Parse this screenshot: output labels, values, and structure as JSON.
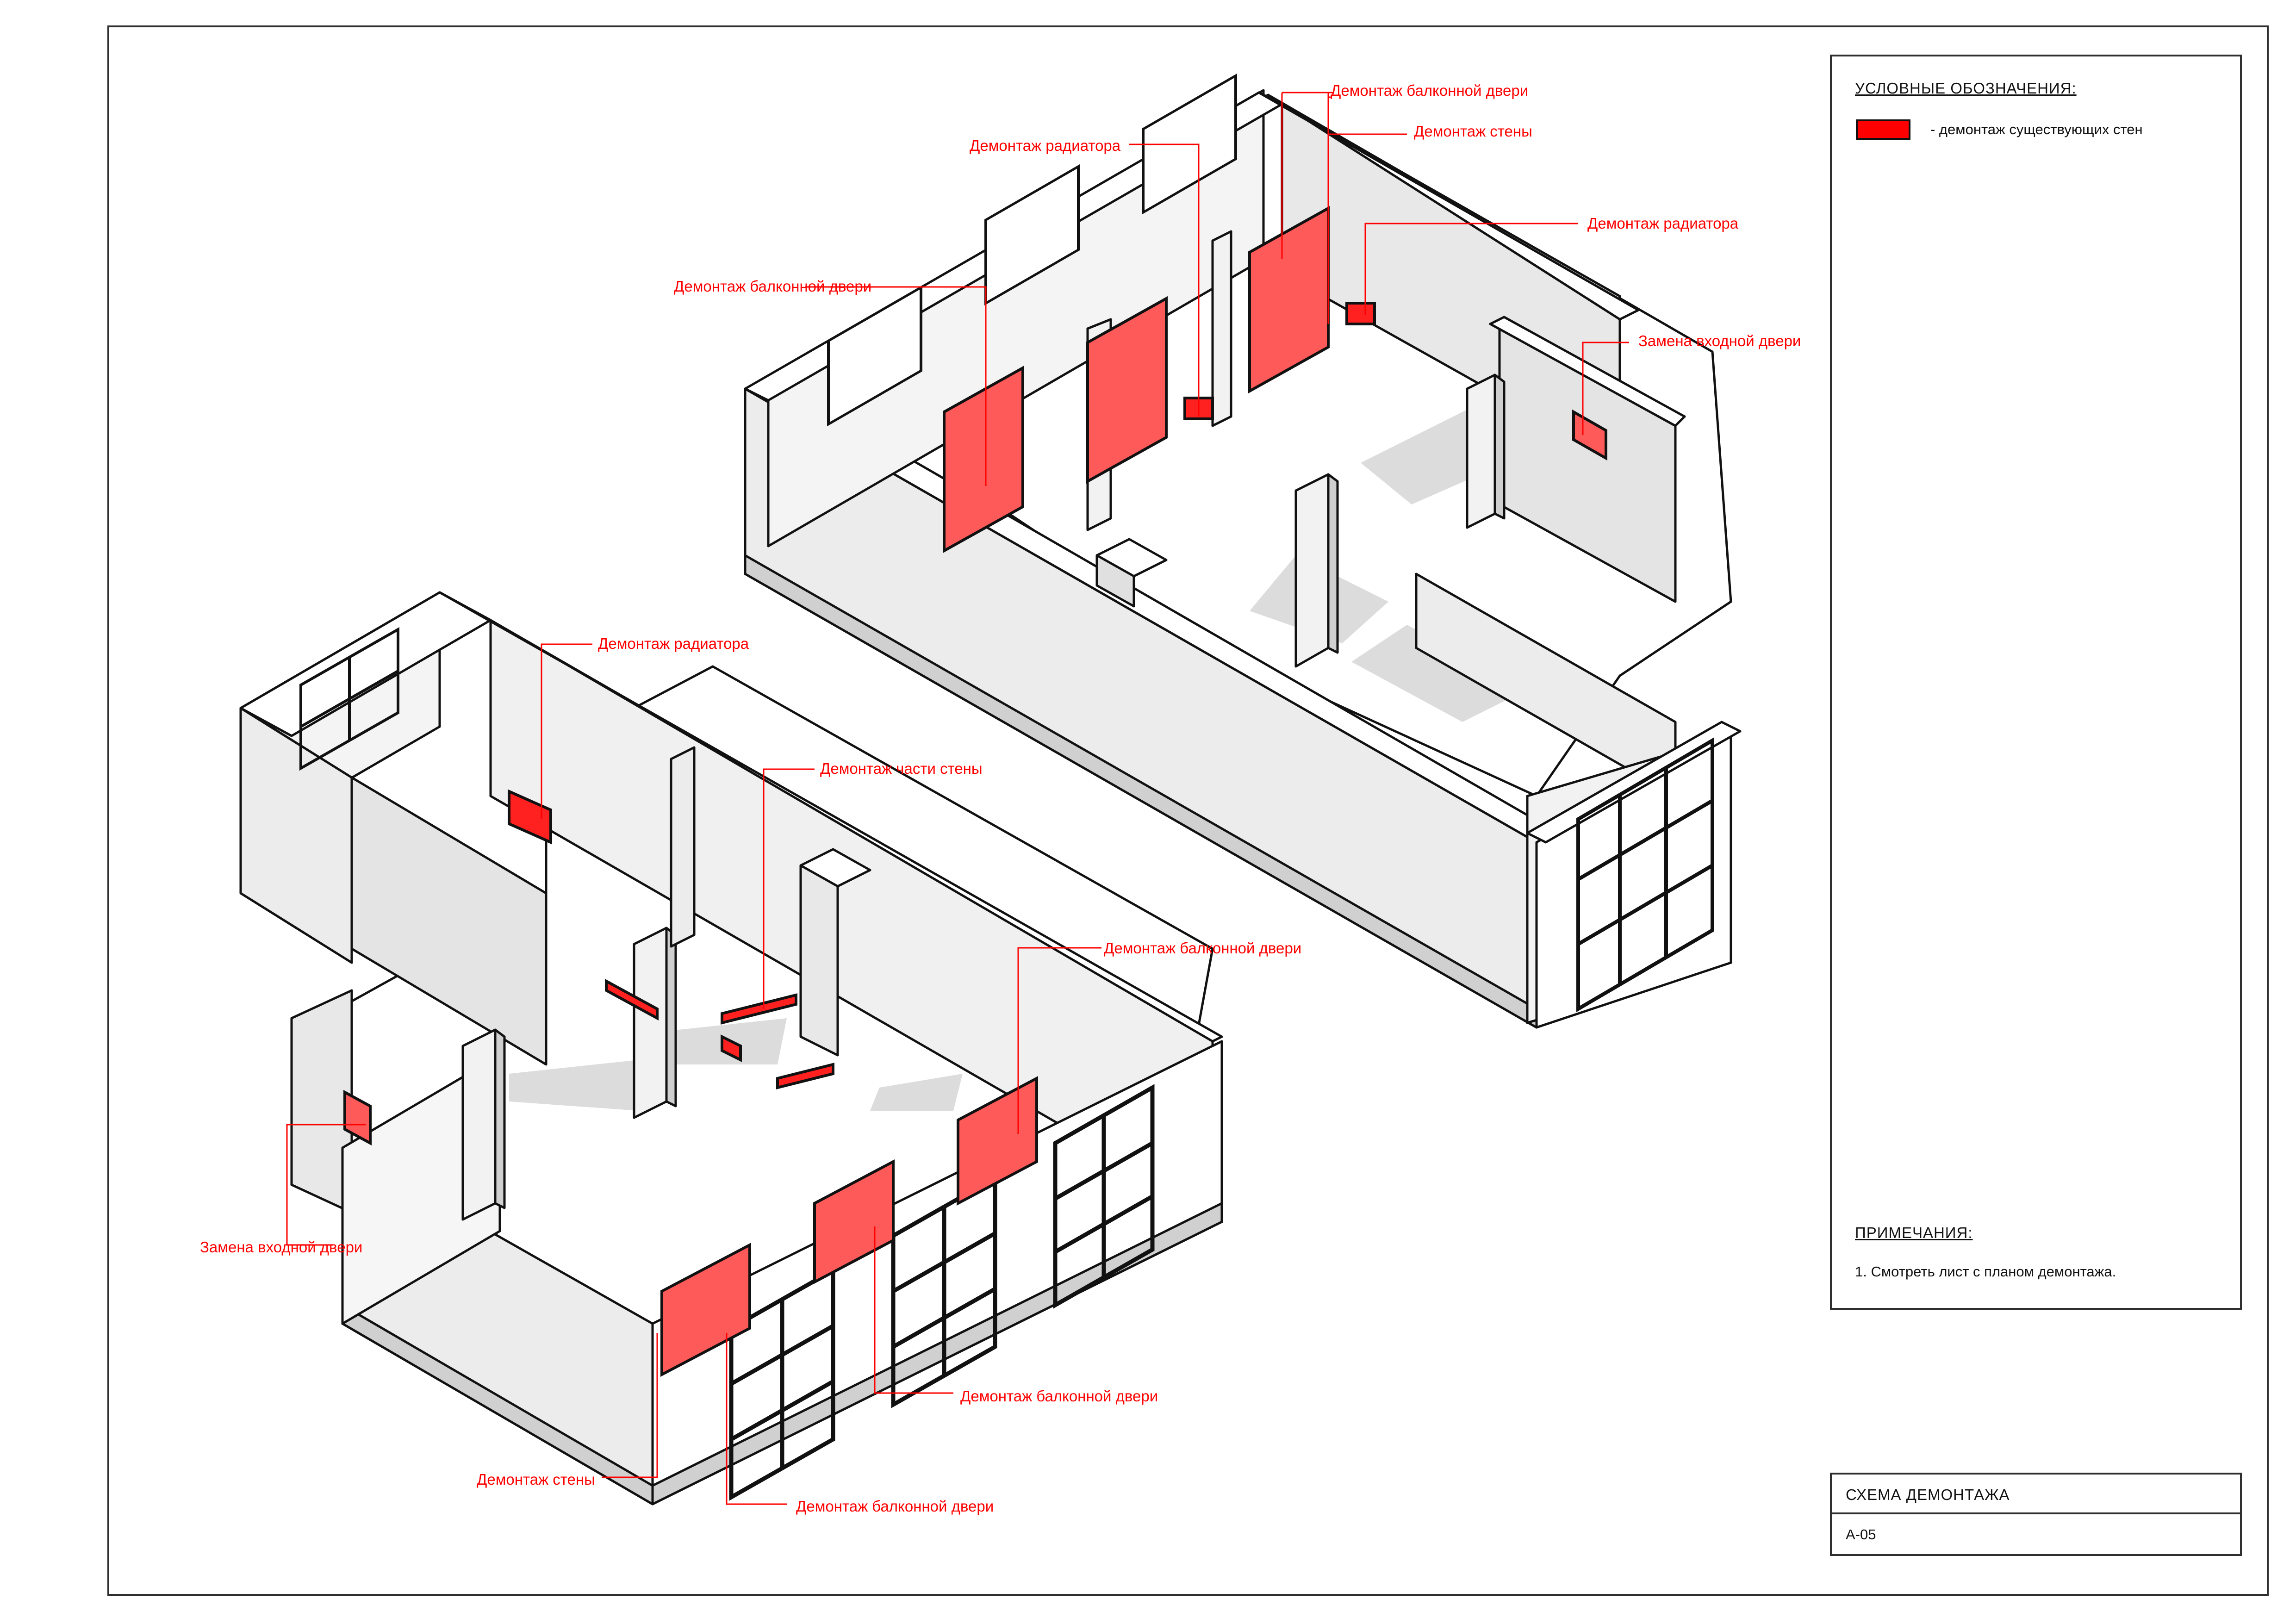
{
  "legend": {
    "title": "УСЛОВНЫЕ ОБОЗНАЧЕНИЯ:",
    "items": [
      {
        "swatch_color": "#ff0000",
        "text": "- демонтаж существующих стен"
      }
    ]
  },
  "notes": {
    "title": "ПРИМЕЧАНИЯ:",
    "items": [
      "1. Смотреть лист с планом демонтажа."
    ]
  },
  "stamp": {
    "title": "СХЕМА ДЕМОНТАЖА",
    "code": "А-05"
  },
  "colors": {
    "demolition": "#ff0000",
    "wall_face": "#ffffff",
    "wall_shade": "#e4e4e4",
    "shadow": "#d6d6d6",
    "line": "#111111"
  },
  "callouts": {
    "upper": [
      "Демонтаж балконной двери",
      "Демонтаж стены",
      "Демонтаж радиатора",
      "Демонтаж радиатора",
      "Демонтаж балконной двери",
      "Замена входной двери"
    ],
    "lower": [
      "Демонтаж радиатора",
      "Демонтаж части стены",
      "Демонтаж балконной двери",
      "Замена входной двери",
      "Демонтаж балконной двери",
      "Демонтаж стены",
      "Демонтаж балконной двери"
    ]
  }
}
